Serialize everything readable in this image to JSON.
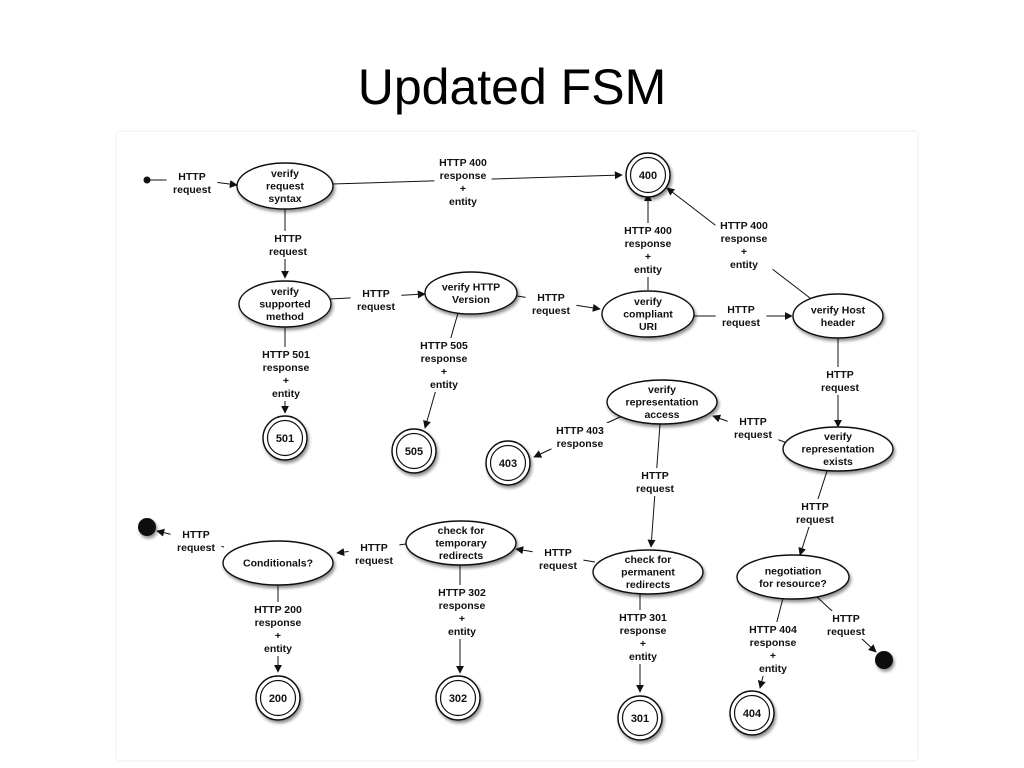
{
  "slide": {
    "title": "Updated FSM"
  },
  "diagram": {
    "nodes": [
      {
        "id": "verify-syntax",
        "lines": [
          "verify",
          "request",
          "syntax"
        ]
      },
      {
        "id": "verify-method",
        "lines": [
          "verify",
          "supported",
          "method"
        ]
      },
      {
        "id": "verify-version",
        "lines": [
          "verify HTTP",
          "Version"
        ]
      },
      {
        "id": "verify-uri",
        "lines": [
          "verify",
          "compliant",
          "URI"
        ]
      },
      {
        "id": "verify-host",
        "lines": [
          "verify Host",
          "header"
        ]
      },
      {
        "id": "verify-access",
        "lines": [
          "verify",
          "representation",
          "access"
        ]
      },
      {
        "id": "verify-exists",
        "lines": [
          "verify",
          "representation",
          "exists"
        ]
      },
      {
        "id": "check-temp",
        "lines": [
          "check for",
          "temporary",
          "redirects"
        ]
      },
      {
        "id": "check-perm",
        "lines": [
          "check for",
          "permanent",
          "redirects"
        ]
      },
      {
        "id": "negotiation",
        "lines": [
          "negotiation",
          "for resource?"
        ]
      },
      {
        "id": "conditionals",
        "lines": [
          "Conditionals?"
        ]
      }
    ],
    "terminals": [
      {
        "id": "t400",
        "label": "400"
      },
      {
        "id": "t501",
        "label": "501"
      },
      {
        "id": "t505",
        "label": "505"
      },
      {
        "id": "t403",
        "label": "403"
      },
      {
        "id": "t200",
        "label": "200"
      },
      {
        "id": "t302",
        "label": "302"
      },
      {
        "id": "t301",
        "label": "301"
      },
      {
        "id": "t404",
        "label": "404"
      }
    ],
    "edge_labels": {
      "start": [
        "HTTP",
        "request"
      ],
      "syntax_to_400": [
        "HTTP 400",
        "response",
        "+",
        "entity"
      ],
      "syntax_to_method": [
        "HTTP",
        "request"
      ],
      "method_to_version": [
        "HTTP",
        "request"
      ],
      "method_to_501": [
        "HTTP 501",
        "response",
        "+",
        "entity"
      ],
      "version_to_uri": [
        "HTTP",
        "request"
      ],
      "version_to_505": [
        "HTTP 505",
        "response",
        "+",
        "entity"
      ],
      "uri_to_400": [
        "HTTP 400",
        "response",
        "+",
        "entity"
      ],
      "uri_to_host": [
        "HTTP",
        "request"
      ],
      "host_to_400": [
        "HTTP 400",
        "response",
        "+",
        "entity"
      ],
      "host_to_exists": [
        "HTTP",
        "request"
      ],
      "exists_to_access": [
        "HTTP",
        "request"
      ],
      "access_to_403": [
        "HTTP 403",
        "response"
      ],
      "access_to_perm": [
        "HTTP",
        "request"
      ],
      "exists_to_negotiation": [
        "HTTP",
        "request"
      ],
      "perm_to_temp": [
        "HTTP",
        "request"
      ],
      "perm_to_301": [
        "HTTP 301",
        "response",
        "+",
        "entity"
      ],
      "temp_to_cond": [
        "HTTP",
        "request"
      ],
      "temp_to_302": [
        "HTTP 302",
        "response",
        "+",
        "entity"
      ],
      "cond_to_end": [
        "HTTP",
        "request"
      ],
      "cond_to_200": [
        "HTTP 200",
        "response",
        "+",
        "entity"
      ],
      "negotiation_to_404": [
        "HTTP 404",
        "response",
        "+",
        "entity"
      ],
      "negotiation_to_end": [
        "HTTP",
        "request"
      ]
    }
  }
}
